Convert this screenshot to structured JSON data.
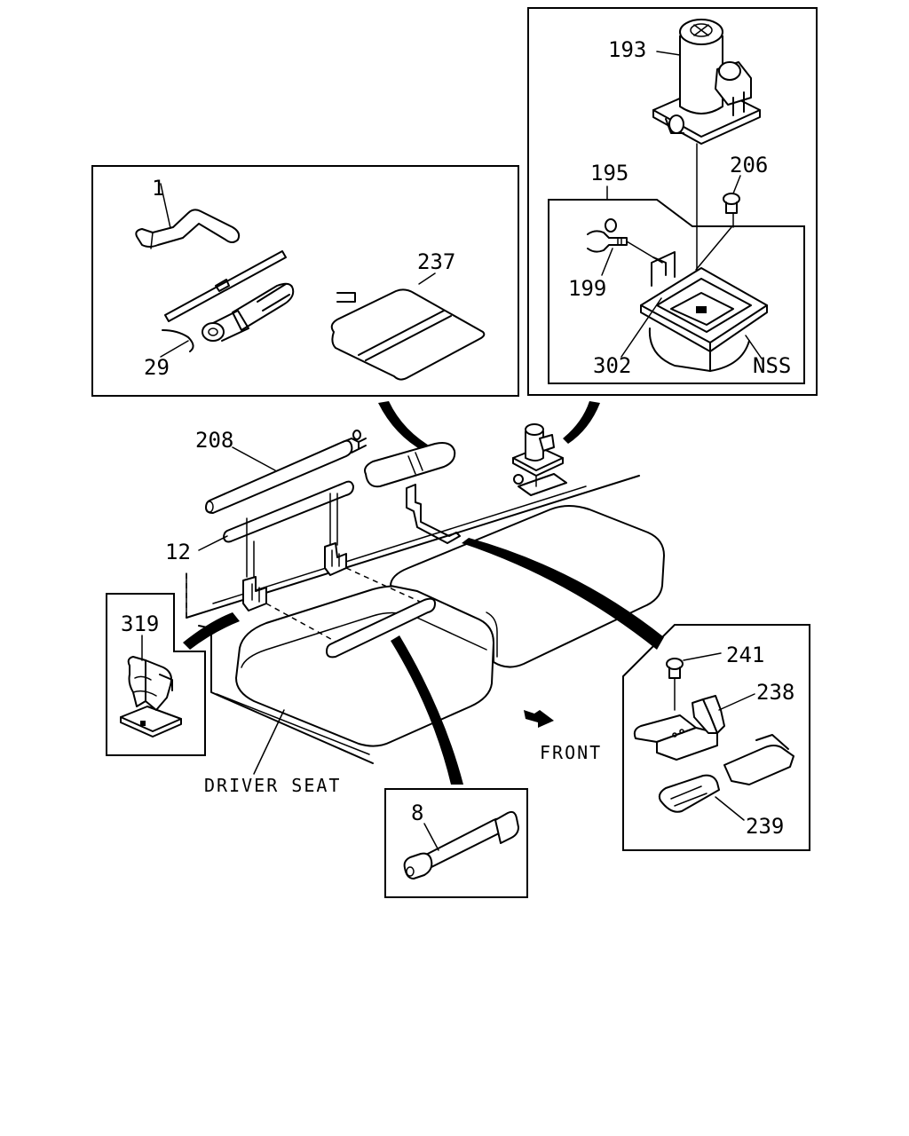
{
  "callouts": {
    "c1": "1",
    "c29": "29",
    "c237": "237",
    "c193": "193",
    "c195": "195",
    "c206": "206",
    "c199": "199",
    "c302": "302",
    "nss": "NSS",
    "c208": "208",
    "c12": "12",
    "c319": "319",
    "c241": "241",
    "c238": "238",
    "c239": "239",
    "c8": "8"
  },
  "labels": {
    "driver_seat": "DRIVER SEAT",
    "front": "FRONT"
  }
}
